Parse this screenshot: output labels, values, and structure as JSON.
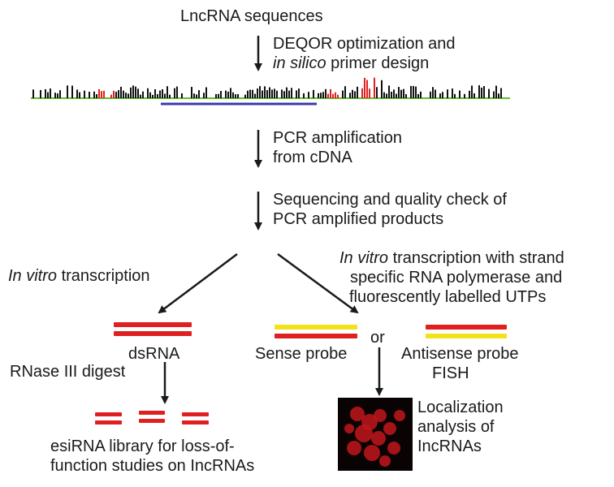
{
  "steps": {
    "title": "LncRNA sequences",
    "deqor": {
      "line1": "DEQOR optimization and",
      "line2_italic": "in silico",
      "line2_rest": " primer design"
    },
    "pcr": {
      "line1": "PCR amplification",
      "line2": "from cDNA"
    },
    "seq": {
      "line1": "Sequencing and quality check of",
      "line2": "PCR amplified products"
    }
  },
  "left_branch": {
    "label_italic": "In vitro",
    "label_rest": " transcription",
    "dsrna": "dsRNA",
    "digest": "RNase III digest",
    "library_line1": "esiRNA library for loss-of-",
    "library_line2": "function studies on IncRNAs"
  },
  "right_branch": {
    "label_line1_italic": "In vitro",
    "label_line1_rest": " transcription with strand",
    "label_line2": "specific RNA polymerase and",
    "label_line3": "fluorescently labelled UTPs",
    "sense": "Sense probe",
    "or": "or",
    "antisense": "Antisense probe",
    "fish": "FISH",
    "loc_line1": "Localization",
    "loc_line2": "analysis of",
    "loc_line3": "IncRNAs"
  },
  "colors": {
    "strand_red": "#e02020",
    "strand_yellow": "#f2e21c",
    "underline_blue": "#3a3aa8",
    "track_green": "#5fbf2a",
    "track_black": "#111111",
    "track_red": "#e02020",
    "micrograph_bg": "#0a0303",
    "cell_red": "#c0161b"
  },
  "icons": [
    "arrow-down-icon",
    "arrow-diagonal-icon",
    "dsrna-icon",
    "probe-icon",
    "esirna-icon",
    "micrograph-image"
  ]
}
